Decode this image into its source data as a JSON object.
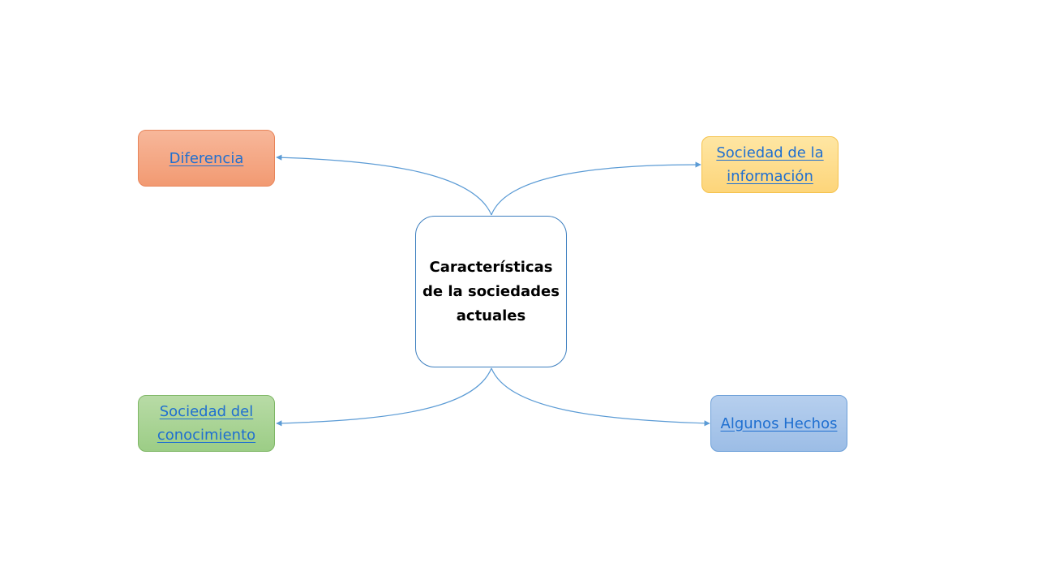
{
  "diagram": {
    "center": {
      "label": "Características de la sociedades actuales"
    },
    "nodes": {
      "top_left": {
        "label": "Diferencia",
        "color": "#f4a784"
      },
      "top_right": {
        "label": "Sociedad de la información",
        "color": "#fedd8c"
      },
      "bottom_left": {
        "label": "Sociedad del conocimiento",
        "color": "#a9d395"
      },
      "bottom_right": {
        "label": "Algunos Hechos",
        "color": "#a9c6ea"
      }
    },
    "link_color": "#1f6fd0",
    "connector_color": "#5b9bd5"
  }
}
